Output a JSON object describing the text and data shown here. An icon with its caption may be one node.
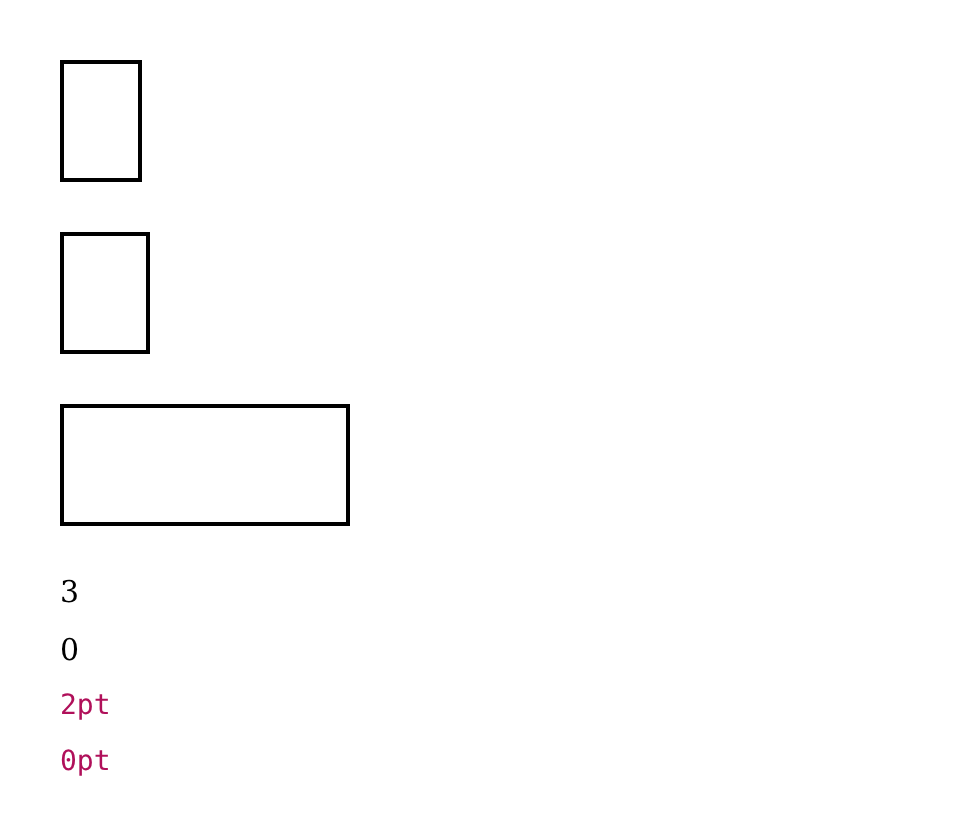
{
  "diagram": {
    "nodes": [
      {
        "text": [],
        "shape": "box"
      },
      {
        "text": [],
        "shape": "box"
      },
      {
        "text": [],
        "shape": "box"
      }
    ],
    "labels": [
      "3",
      "0",
      "2pt",
      "0pt"
    ]
  }
}
